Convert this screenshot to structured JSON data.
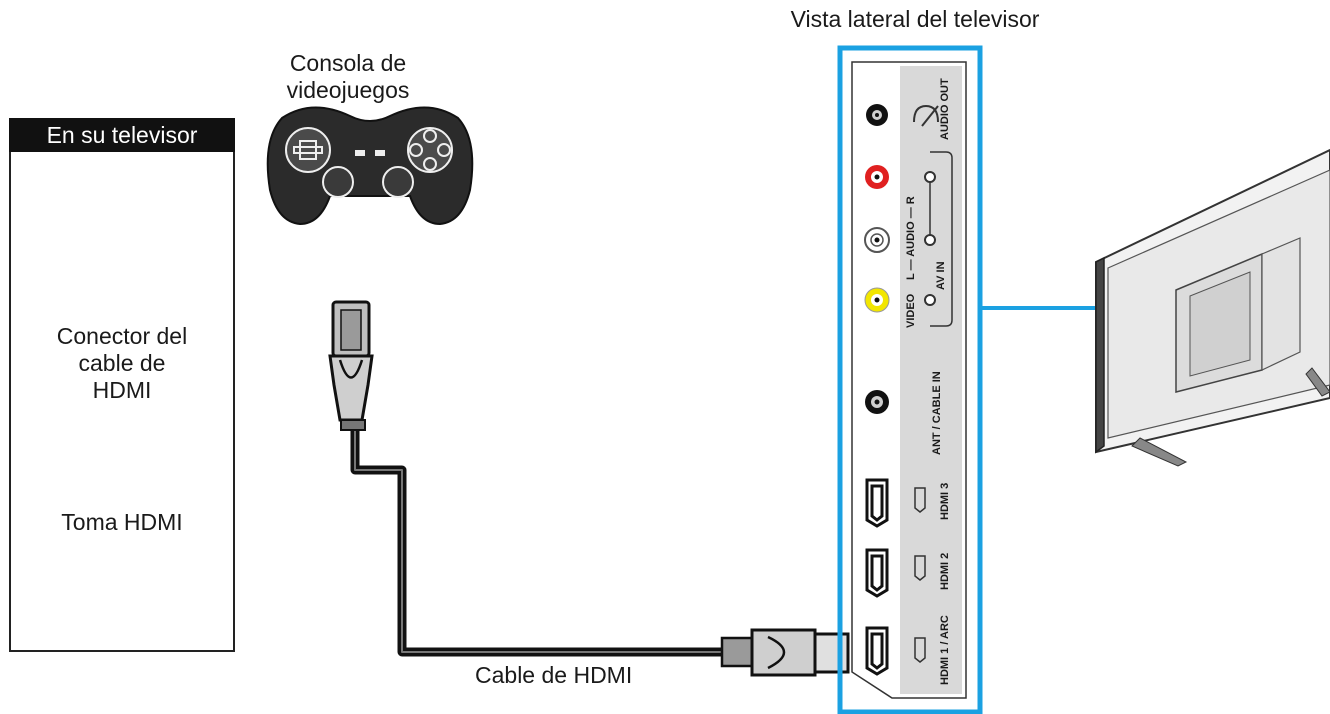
{
  "legend": {
    "header": "En su televisor",
    "connector_label_lines": [
      "Conector del",
      "cable de",
      "HDMI"
    ],
    "jack_label": "Toma HDMI"
  },
  "console_label_lines": [
    "Consola de",
    "videojuegos"
  ],
  "cable_label": "Cable de HDMI",
  "tv_side_label": "Vista lateral del televisor",
  "panel": {
    "audio_out": "AUDIO OUT",
    "audio_lr": "L — AUDIO — R",
    "av_in": "AV IN",
    "video": "VIDEO",
    "ant": "ANT / CABLE IN",
    "hdmi3": "HDMI 3",
    "hdmi2": "HDMI 2",
    "hdmi1": "HDMI 1 / ARC"
  },
  "colors": {
    "accent_blue": "#1ba1e2",
    "rca_red": "#e02020",
    "rca_yellow": "#f2e600",
    "rca_white": "#ffffff",
    "panel_gray": "#d9d9d9",
    "cable_black": "#111111"
  },
  "icons": [
    "hdmi-plug-icon",
    "hdmi-jack-icon",
    "game-controller-icon",
    "tv-side-icon",
    "headphone-icon"
  ]
}
